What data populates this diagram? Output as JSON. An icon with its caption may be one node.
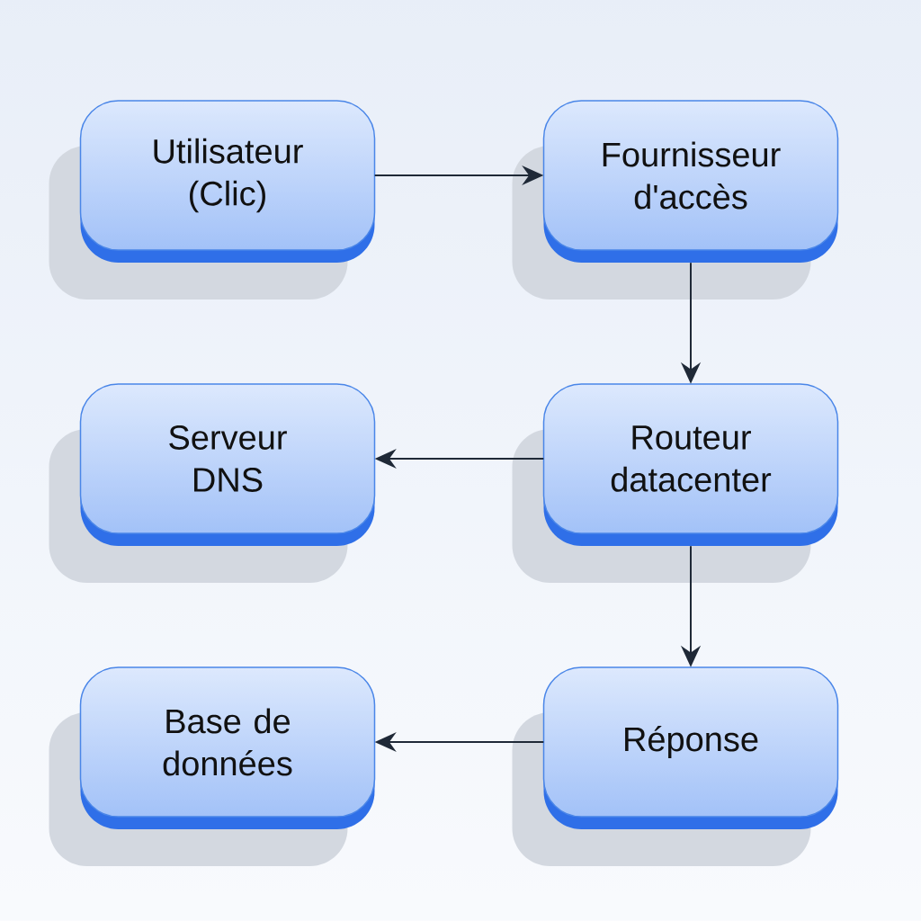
{
  "diagram": {
    "nodes": [
      {
        "text": [
          "Utilisateur (Clic)"
        ]
      },
      {
        "text": [
          "Fournisseur d'accès"
        ]
      },
      {
        "text": [
          "Serveur DNS"
        ]
      },
      {
        "text": [
          "Routeur datacenter"
        ]
      },
      {
        "text": [
          "Base de données"
        ]
      },
      {
        "text": [
          "Réponse"
        ]
      }
    ],
    "edges": [
      {
        "from": 0,
        "to": 1,
        "arrow": "to"
      },
      {
        "from": 1,
        "to": 3,
        "arrow": "to"
      },
      {
        "from": 3,
        "to": 2,
        "arrow": "to"
      },
      {
        "from": 3,
        "to": 5,
        "arrow": "to"
      },
      {
        "from": 5,
        "to": 4,
        "arrow": "to"
      }
    ]
  }
}
